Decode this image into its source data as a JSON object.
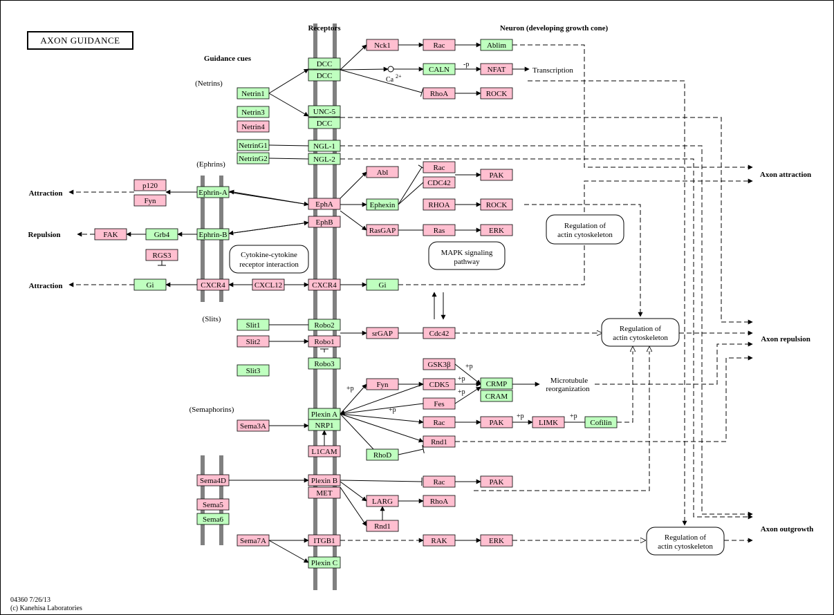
{
  "title": "AXON GUIDANCE",
  "headers": {
    "receptors": "Receptors",
    "neuron": "Neuron (developing growth cone)",
    "guidance_cues": "Guidance cues"
  },
  "groups": {
    "netrins": "(Netrins)",
    "ephrins": "(Ephrins)",
    "slits": "(Slits)",
    "semaphorins": "(Semaphorins)"
  },
  "outcomes_left": {
    "attraction_1": "Attraction",
    "repulsion": "Repulsion",
    "attraction_2": "Attraction"
  },
  "outcomes_right": {
    "axon_attraction": "Axon attraction",
    "axon_repulsion": "Axon repulsion",
    "axon_outgrowth": "Axon outgrowth"
  },
  "labels": {
    "transcription": "Transcription",
    "ca": "Ca",
    "ca_sup": "2+",
    "microtubule_1": "Microtubule",
    "microtubule_2": "reorganization",
    "minus_p": "-p",
    "plus_p": "+p"
  },
  "processes": {
    "cytokine_1": "Cytokine-cytokine",
    "cytokine_2": "receptor interaction",
    "mapk_1": "MAPK signaling",
    "mapk_2": "pathway",
    "actin_1": "Regulation of",
    "actin_2": "actin cytoskeleton"
  },
  "colors": {
    "green": "#bfffbf",
    "pink": "#ffbfd0",
    "membrane": "#808080"
  },
  "nodes": {
    "netrin1": "Netrin1",
    "netrin3": "Netrin3",
    "netrin4": "Netrin4",
    "netring1": "NetrinG1",
    "netring2": "NetrinG2",
    "dcc_a": "DCC",
    "dcc_b": "DCC",
    "unc5": "UNC-5",
    "dcc_c": "DCC",
    "ngl1": "NGL-1",
    "ngl2": "NGL-2",
    "nck1": "Nck1",
    "rac_1": "Rac",
    "ablim": "Ablim",
    "caln": "CALN",
    "nfat": "NFAT",
    "rhoa_1": "RhoA",
    "rock_1": "ROCK",
    "p120": "p120",
    "fyn_1": "Fyn",
    "ephrina": "Ephrin-A",
    "ephrinb": "Ephrin-B",
    "fak": "FAK",
    "grb4": "Grb4",
    "rgs3": "RGS3",
    "gi_l": "Gi",
    "cxcr4_l": "CXCR4",
    "cxcl12": "CXCL12",
    "cxcr4_r": "CXCR4",
    "gi_r": "Gi",
    "epha": "EphA",
    "ephb": "EphB",
    "abl": "Abl",
    "ephexin": "Ephexin",
    "rac_2": "Rac",
    "cdc42_1": "CDC42",
    "pak_1": "PAK",
    "rhoa_2": "RHOA",
    "rock_2": "ROCK",
    "rasgap": "RasGAP",
    "ras": "Ras",
    "erk_1": "ERK",
    "slit1": "Slit1",
    "slit2": "Slit2",
    "slit3": "Slit3",
    "robo2": "Robo2",
    "robo1": "Robo1",
    "robo3": "Robo3",
    "srgap": "srGAP",
    "cdc42_2": "Cdc42",
    "gsk3b": "GSK3β",
    "cdk5": "CDK5",
    "fyn_2": "Fyn",
    "fes": "Fes",
    "crmp": "CRMP",
    "cram": "CRAM",
    "sema3a": "Sema3A",
    "plexina": "Plexin A",
    "nrp1": "NRP1",
    "rac_3": "Rac",
    "pak_2": "PAK",
    "limk": "LIMK",
    "cofilin": "Cofilin",
    "rnd1_1": "Rnd1",
    "rhod": "RhoD",
    "l1cam": "L1CAM",
    "sema4d": "Sema4D",
    "sema5": "Sema5",
    "sema6": "Sema6",
    "plexinb": "Plexin B",
    "met": "MET",
    "rac_4": "Rac",
    "pak_3": "PAK",
    "larg": "LARG",
    "rhoa_3": "RhoA",
    "rnd1_2": "Rnd1",
    "sema7a": "Sema7A",
    "itgb1": "ITGB1",
    "plexinc": "Plexin C",
    "rak": "RAK",
    "erk_2": "ERK"
  },
  "footer": {
    "id": "04360 7/26/13",
    "credit": "(c) Kanehisa Laboratories"
  }
}
